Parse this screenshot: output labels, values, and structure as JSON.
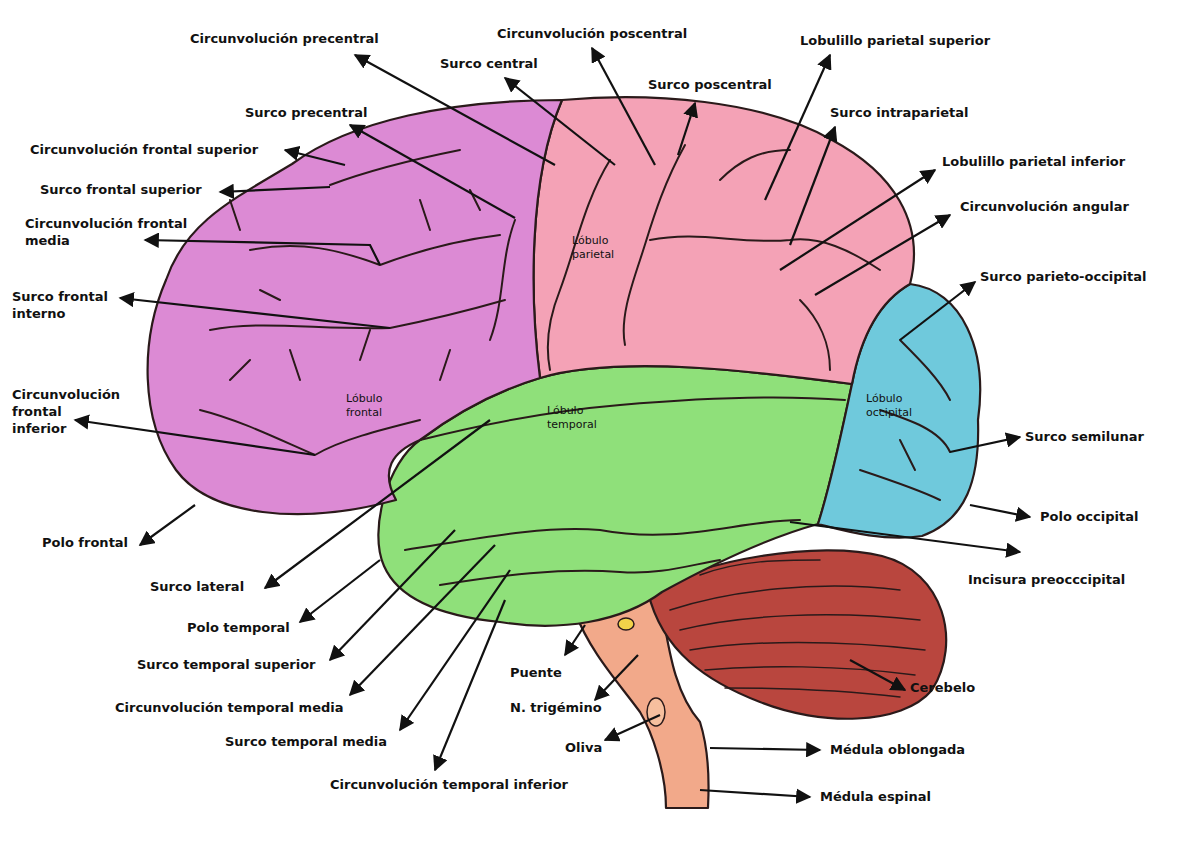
{
  "diagram": {
    "labels": [
      "Circunvolución precentral",
      "Circunvolución poscentral",
      "Surco central",
      "Surco poscentral",
      "Lobulillo parietal superior",
      "Surco intraparietal",
      "Lobulillo parietal inferior",
      "Circunvolución angular",
      "Surco parieto-occipital",
      "Surco semilunar",
      "Polo occipital",
      "Incisura preocccipital",
      "Cerebelo",
      "Médula oblongada",
      "Médula espinal",
      "Oliva",
      "N. trigémino",
      "Puente",
      "Circunvolución temporal inferior",
      "Surco temporal media",
      "Circunvolución temporal media",
      "Surco temporal superior",
      "Polo temporal",
      "Surco lateral",
      "Polo frontal",
      "Circunvolución frontal inferior",
      "Surco frontal interno",
      "Circunvolución frontal media",
      "Surco frontal superior",
      "Circunvolución frontal superior",
      "Surco precentral",
      "Lóbulo frontal",
      "Lóbulo parietal",
      "Lóbulo temporal",
      "Lóbulo occipital"
    ]
  }
}
